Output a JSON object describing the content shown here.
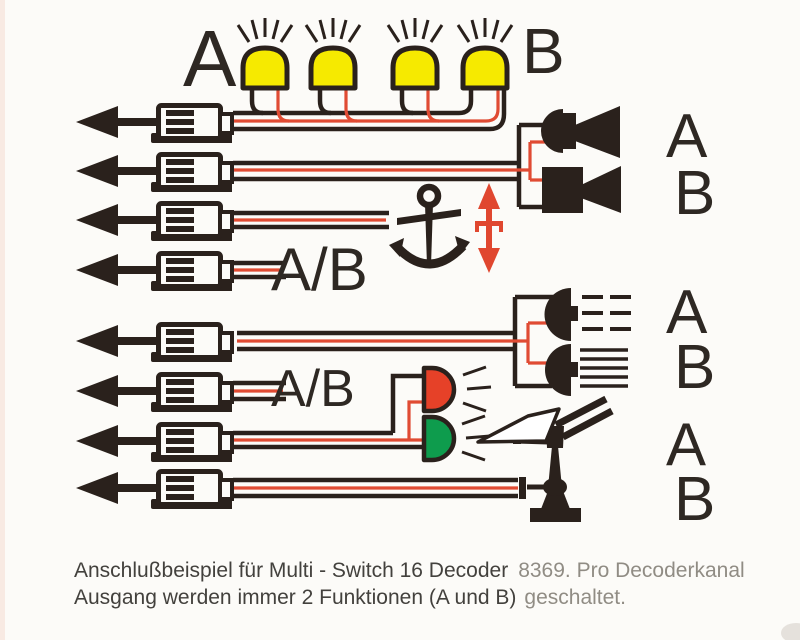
{
  "page": {
    "bg": "#fcfbf8"
  },
  "colors": {
    "ink": "#2a211c",
    "wire_red": "#e04b33",
    "lamp_yellow": "#f6ea00",
    "led_red": "#e64128",
    "led_green": "#0e9c4d",
    "motion_red": "#e0472f",
    "caption_dark": "#43413d",
    "caption_light": "#908c84"
  },
  "labels": {
    "lamps_left": "A",
    "lamps_right": "B",
    "horn_a": "A",
    "horn_b": "B",
    "winch_ab": "A/B",
    "foghorn_a": "A",
    "foghorn_b": "B",
    "generic_ab": "A/B",
    "radar_a": "A",
    "radar_b": "B"
  },
  "caption": {
    "line1_dark": "Anschlußbeispiel für Multi - Switch 16 Decoder",
    "line1_light": "8369. Pro Decoderkanal",
    "line2_dark": "Ausgang werden immer 2 Funktionen (A und B)",
    "line2_light": "geschaltet."
  },
  "icons": {
    "decoder-plug-icon": "white plug box with 3 black pins, drop shadow and left arrow lead",
    "arrow-left-icon": "solid left-pointing arrow",
    "signal-lamp-icon": "yellow dome lamp with light rays",
    "horn-round-icon": "round-back ship horn facing right",
    "horn-square-icon": "square-back ship horn facing right",
    "anchor-icon": "black ship anchor",
    "up-down-arrow-icon": "red double-headed vertical arrow with crossbar",
    "foghorn-icon": "half-dome loudspeaker with horizontal sound lines",
    "led-red-icon": "red LED dome with rays",
    "led-green-icon": "green LED dome with rays",
    "radar-icon": "rotating radar antenna on pedestal"
  }
}
